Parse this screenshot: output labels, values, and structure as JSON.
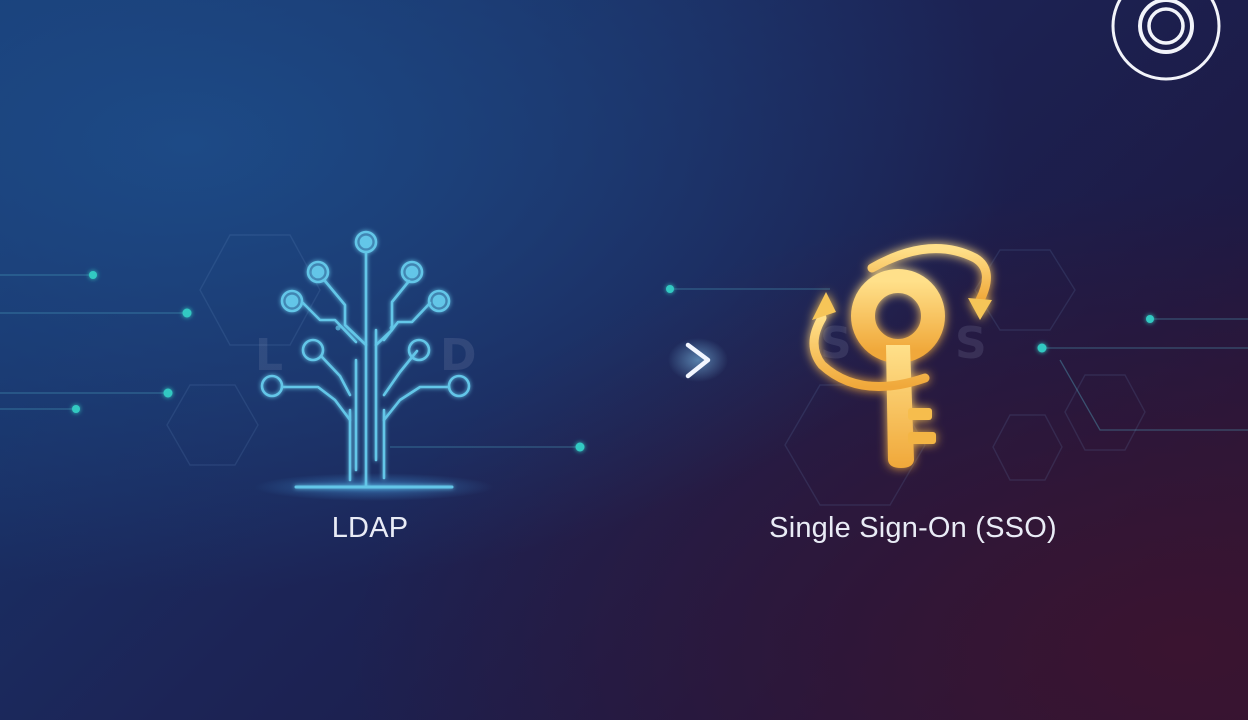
{
  "left_node": {
    "label": "LDAP",
    "icon": "directory-tree-icon",
    "ghost_letters": [
      "L",
      "D"
    ]
  },
  "right_node": {
    "label": "Single Sign-On (SSO)",
    "icon": "key-rotation-icon",
    "ghost_letters": [
      "S",
      "S"
    ]
  },
  "connector": {
    "icon": "arrow-right-icon"
  },
  "brand_logo": {
    "icon": "concentric-circles-logo"
  },
  "colors": {
    "ldap_accent": "#63c6e8",
    "sso_accent": "#f3c55c",
    "circuit_dot": "#33c9c2",
    "label_text": "#e9ecf6"
  }
}
